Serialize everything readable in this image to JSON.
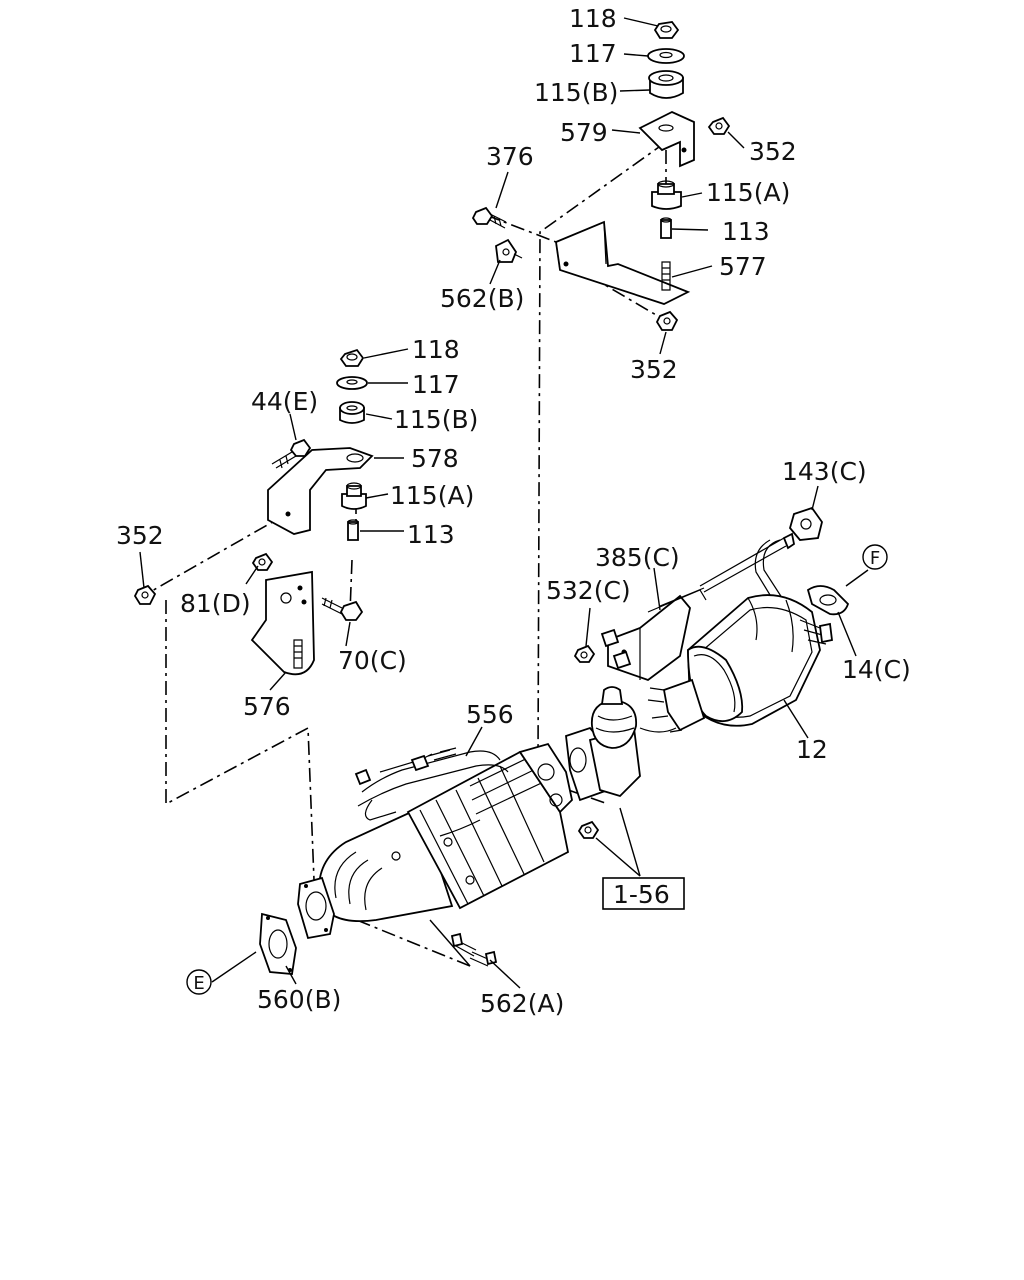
{
  "callouts": {
    "c118_top": "118",
    "c117_top": "117",
    "c115b_top": "115(B)",
    "c579": "579",
    "c352_top": "352",
    "c376": "376",
    "c115a_top": "115(A)",
    "c113_top": "113",
    "c577": "577",
    "c562b": "562(B)",
    "c352_mid": "352",
    "c118_mid": "118",
    "c117_mid": "117",
    "c44e": "44(E)",
    "c115b_mid": "115(B)",
    "c578": "578",
    "c115a_mid": "115(A)",
    "c143c": "143(C)",
    "c352_left": "352",
    "c113_mid": "113",
    "c385c": "385(C)",
    "c532c": "532(C)",
    "c81d": "81(D)",
    "c70c": "70(C)",
    "c14c": "14(C)",
    "c576": "576",
    "c556": "556",
    "c12": "12",
    "c1_56": "1-56",
    "c560b": "560(B)",
    "c562a": "562(A)"
  },
  "markers": {
    "e": "E",
    "f": "F"
  }
}
